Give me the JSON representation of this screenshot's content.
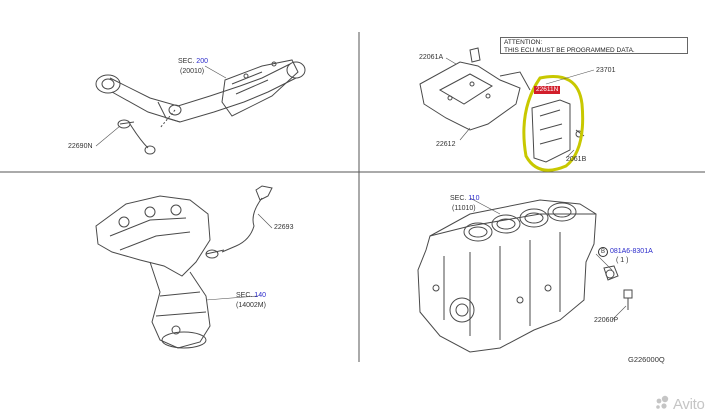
{
  "diagram_code": "G226000Q",
  "attention": {
    "line1": "ATTENTION:",
    "line2": "THIS ECU MUST BE PROGRAMMED DATA."
  },
  "highlighted_part": "22611N",
  "labels": {
    "sec200_prefix": "SEC.",
    "sec200_num": "200",
    "sec200_ref": "(20010)",
    "p22690n": "22690N",
    "p22693": "22693",
    "sec140_prefix": "SEC.",
    "sec140_num": "140",
    "sec140_ref": "(14002M)",
    "p22061a": "22061A",
    "p23701": "23701",
    "p22612": "22612",
    "p2061b": "2061B",
    "sec110_prefix": "SEC.",
    "sec110_num": "110",
    "sec110_ref": "(11010)",
    "bolt_circle": "B",
    "bolt_code": "081A6-8301A",
    "bolt_qty": "( 1 )",
    "p22060p": "22060P"
  },
  "watermark": {
    "text": "Avito"
  },
  "colors": {
    "line": "#4a4a4a",
    "label_blue": "#2a2acb",
    "highlight_red": "#d21e2b",
    "marker_yellow": "#c8c800",
    "divider": "#555555",
    "watermark": "#c5c5c5"
  }
}
